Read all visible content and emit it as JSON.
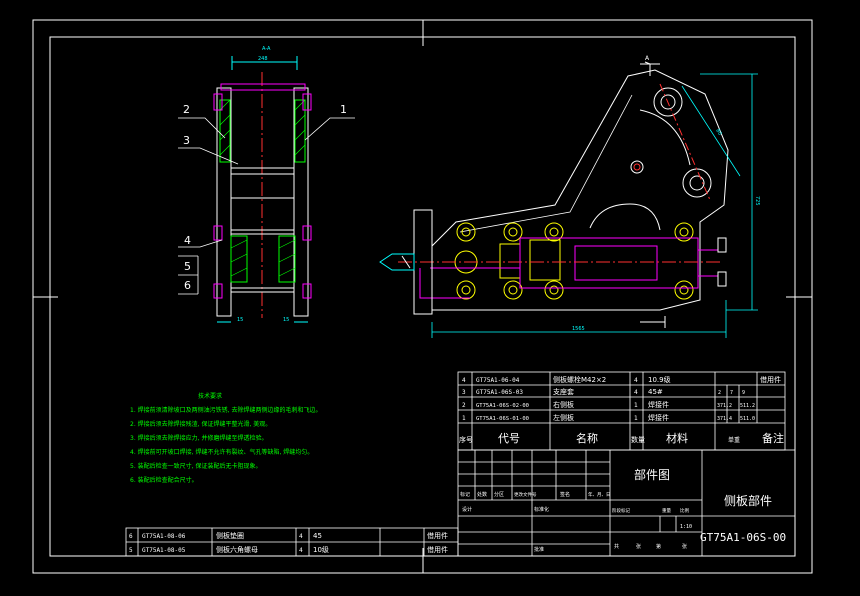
{
  "section_label": "A-A",
  "view_arrow_label": "A",
  "part_callouts": [
    "1",
    "2",
    "3",
    "4",
    "5",
    "6"
  ],
  "dims": {
    "sec_top": "248",
    "sec_bot_left": "15",
    "sec_bot_right": "15",
    "side_vertical": "725",
    "side_short": "80",
    "side_bottom": "1565"
  },
  "notes": {
    "title": "技术要求",
    "items": [
      "1. 焊接前须清除坡口及两侧油污铁锈, 去除焊缝两侧边缘的毛刺和飞边。",
      "2. 焊接后须去除焊接残渣, 保证焊缝平整光滑, 美观。",
      "3. 焊接后须去除焊接应力, 并修磨焊缝至焊透检验。",
      "4. 焊接前可开坡口焊接, 焊缝不允许有裂纹、气孔等缺陷, 焊缝均匀。",
      "5. 装配后检查一致尺寸, 保证装配后无卡阻现象。",
      "6. 装配后检查配合尺寸。"
    ]
  },
  "bom": {
    "rows": [
      {
        "no": "4",
        "code": "GT75A1-06-04",
        "name": "侧板螺栓M42×2",
        "qty": "4",
        "material": "10.9级",
        "note": "借用件"
      },
      {
        "no": "3",
        "code": "GT75A1-06S-03",
        "name": "支座套",
        "qty": "4",
        "material": "45#",
        "note": ""
      },
      {
        "no": "2",
        "code": "GT75A1-06S-02-00",
        "name": "右侧板",
        "qty": "1",
        "material": "焊接件",
        "note": ""
      },
      {
        "no": "1",
        "code": "GT75A1-06S-01-00",
        "name": "左侧板",
        "qty": "1",
        "material": "焊接件",
        "note": ""
      }
    ],
    "side_values": [
      [
        "2",
        "7",
        "9"
      ],
      [
        "371.2",
        "511.2"
      ],
      [
        "371.4",
        "511.0"
      ]
    ],
    "header": {
      "no": "序号",
      "code": "代号",
      "name": "名称",
      "qty": "数量",
      "material": "材料",
      "note": "备注"
    },
    "header_small": "单重"
  },
  "bom2": {
    "rows": [
      {
        "no": "6",
        "code": "GT75A1-08-06",
        "name": "侧板垫圈",
        "qty": "4",
        "material": "45",
        "note": "借用件"
      },
      {
        "no": "5",
        "code": "GT75A1-08-05",
        "name": "侧板六角螺母",
        "qty": "4",
        "material": "10级",
        "note": "借用件"
      }
    ]
  },
  "titleblock": {
    "drawing_type": "部件图",
    "part_name": "侧板部件",
    "drawing_no": "GT75A1-06S-00",
    "scale": "1:10",
    "labels": [
      "标记",
      "处数",
      "分区",
      "更改文件号",
      "签名",
      "年、月、日"
    ],
    "row_labels": [
      "设计",
      "标准化"
    ],
    "approve": "批准",
    "stage": "阶段标记",
    "weight": "重量",
    "ratio": "比例",
    "sheet": [
      "共",
      "张",
      "第",
      "张"
    ]
  }
}
